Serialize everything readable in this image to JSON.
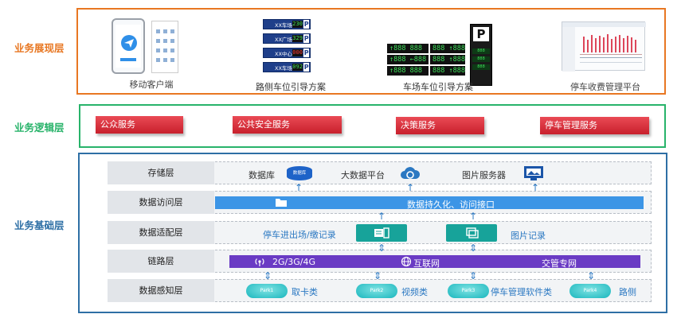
{
  "layers": {
    "presentation": {
      "label": "业务展现层",
      "color": "#e87722"
    },
    "logic": {
      "label": "业务逻辑层",
      "color": "#28b36a"
    },
    "foundation": {
      "label": "业务基础层",
      "color": "#2e6fa5"
    }
  },
  "presentation": {
    "items": [
      {
        "caption": "移动客户端"
      },
      {
        "caption": "路侧车位引导方案"
      },
      {
        "caption": "车场车位引导方案"
      },
      {
        "caption": "停车收费管理平台"
      }
    ],
    "signs": [
      {
        "label": "XX车场",
        "value": "230"
      },
      {
        "label": "XX广场",
        "value": "329"
      },
      {
        "label": "XX中心",
        "value": "000"
      },
      {
        "label": "XX车场",
        "value": "092"
      }
    ],
    "sign_p": "P",
    "board_p": "P",
    "led_lines": [
      "↑888 888",
      "↑888 ←888",
      "↑888 888"
    ],
    "led_right": [
      "888 ↑888",
      "888 ↑888",
      "888 ↑888"
    ],
    "board_lines": [
      "888",
      "888",
      "888"
    ]
  },
  "logic": {
    "services": [
      "公众服务",
      "公共安全服务",
      "决策服务",
      "停车管理服务"
    ]
  },
  "foundation": {
    "rows": [
      {
        "label": "存储层"
      },
      {
        "label": "数据访问层"
      },
      {
        "label": "数据适配层"
      },
      {
        "label": "链路层"
      },
      {
        "label": "数据感知层"
      }
    ],
    "storage": {
      "db": "数据库",
      "bigdata": "大数据平台",
      "image": "图片服务器",
      "db_icon": "数据库"
    },
    "access": {
      "text": "数据持久化、访问接口"
    },
    "adapter": {
      "left": "停车进出场/缴记录",
      "right": "图片记录"
    },
    "link": {
      "mobile": "2G/3G/4G",
      "internet": "互联网",
      "private": "交管专网"
    },
    "perception": {
      "items": [
        "取卡类",
        "视频类",
        "停车管理软件类",
        "路侧"
      ],
      "cloud_text": [
        "Park1",
        "Park2",
        "Park3",
        "Park4"
      ]
    }
  },
  "icons": {
    "db": "database-icon",
    "cloud": "cloud-sync-icon",
    "monitor": "image-server-icon",
    "folder": "folder-icon",
    "doc": "document-icon",
    "window": "window-icon",
    "wifi": "wireless-icon",
    "globe": "internet-icon"
  }
}
